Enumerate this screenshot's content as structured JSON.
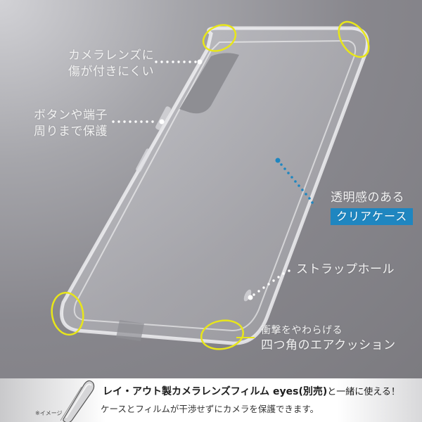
{
  "labels": {
    "camera_lens": [
      "カメラレンズに",
      "傷が付きにくい"
    ],
    "buttons_ports": [
      "ボタンや端子",
      "周りまで保護"
    ],
    "clear_case": {
      "line1": "透明感のある",
      "badge": "クリアケース"
    },
    "strap_hole": "ストラップホール",
    "corners": [
      "衝撃をやわらげる",
      "四つ角のエアクッション"
    ]
  },
  "footer": {
    "headline_bold": "レイ・アウト製カメラレンズフィルム eyes(別売)",
    "headline_tail": "と一緒に使える！",
    "subline": "ケースとフィルムが干渉せずにカメラを保護できます。",
    "image_note": "※イメージ"
  },
  "colors": {
    "highlight_ring": "#e8e61a",
    "badge": "#1f86c0",
    "dot_leader_white": "#ffffff",
    "dot_leader_blue": "#1f86c0"
  }
}
